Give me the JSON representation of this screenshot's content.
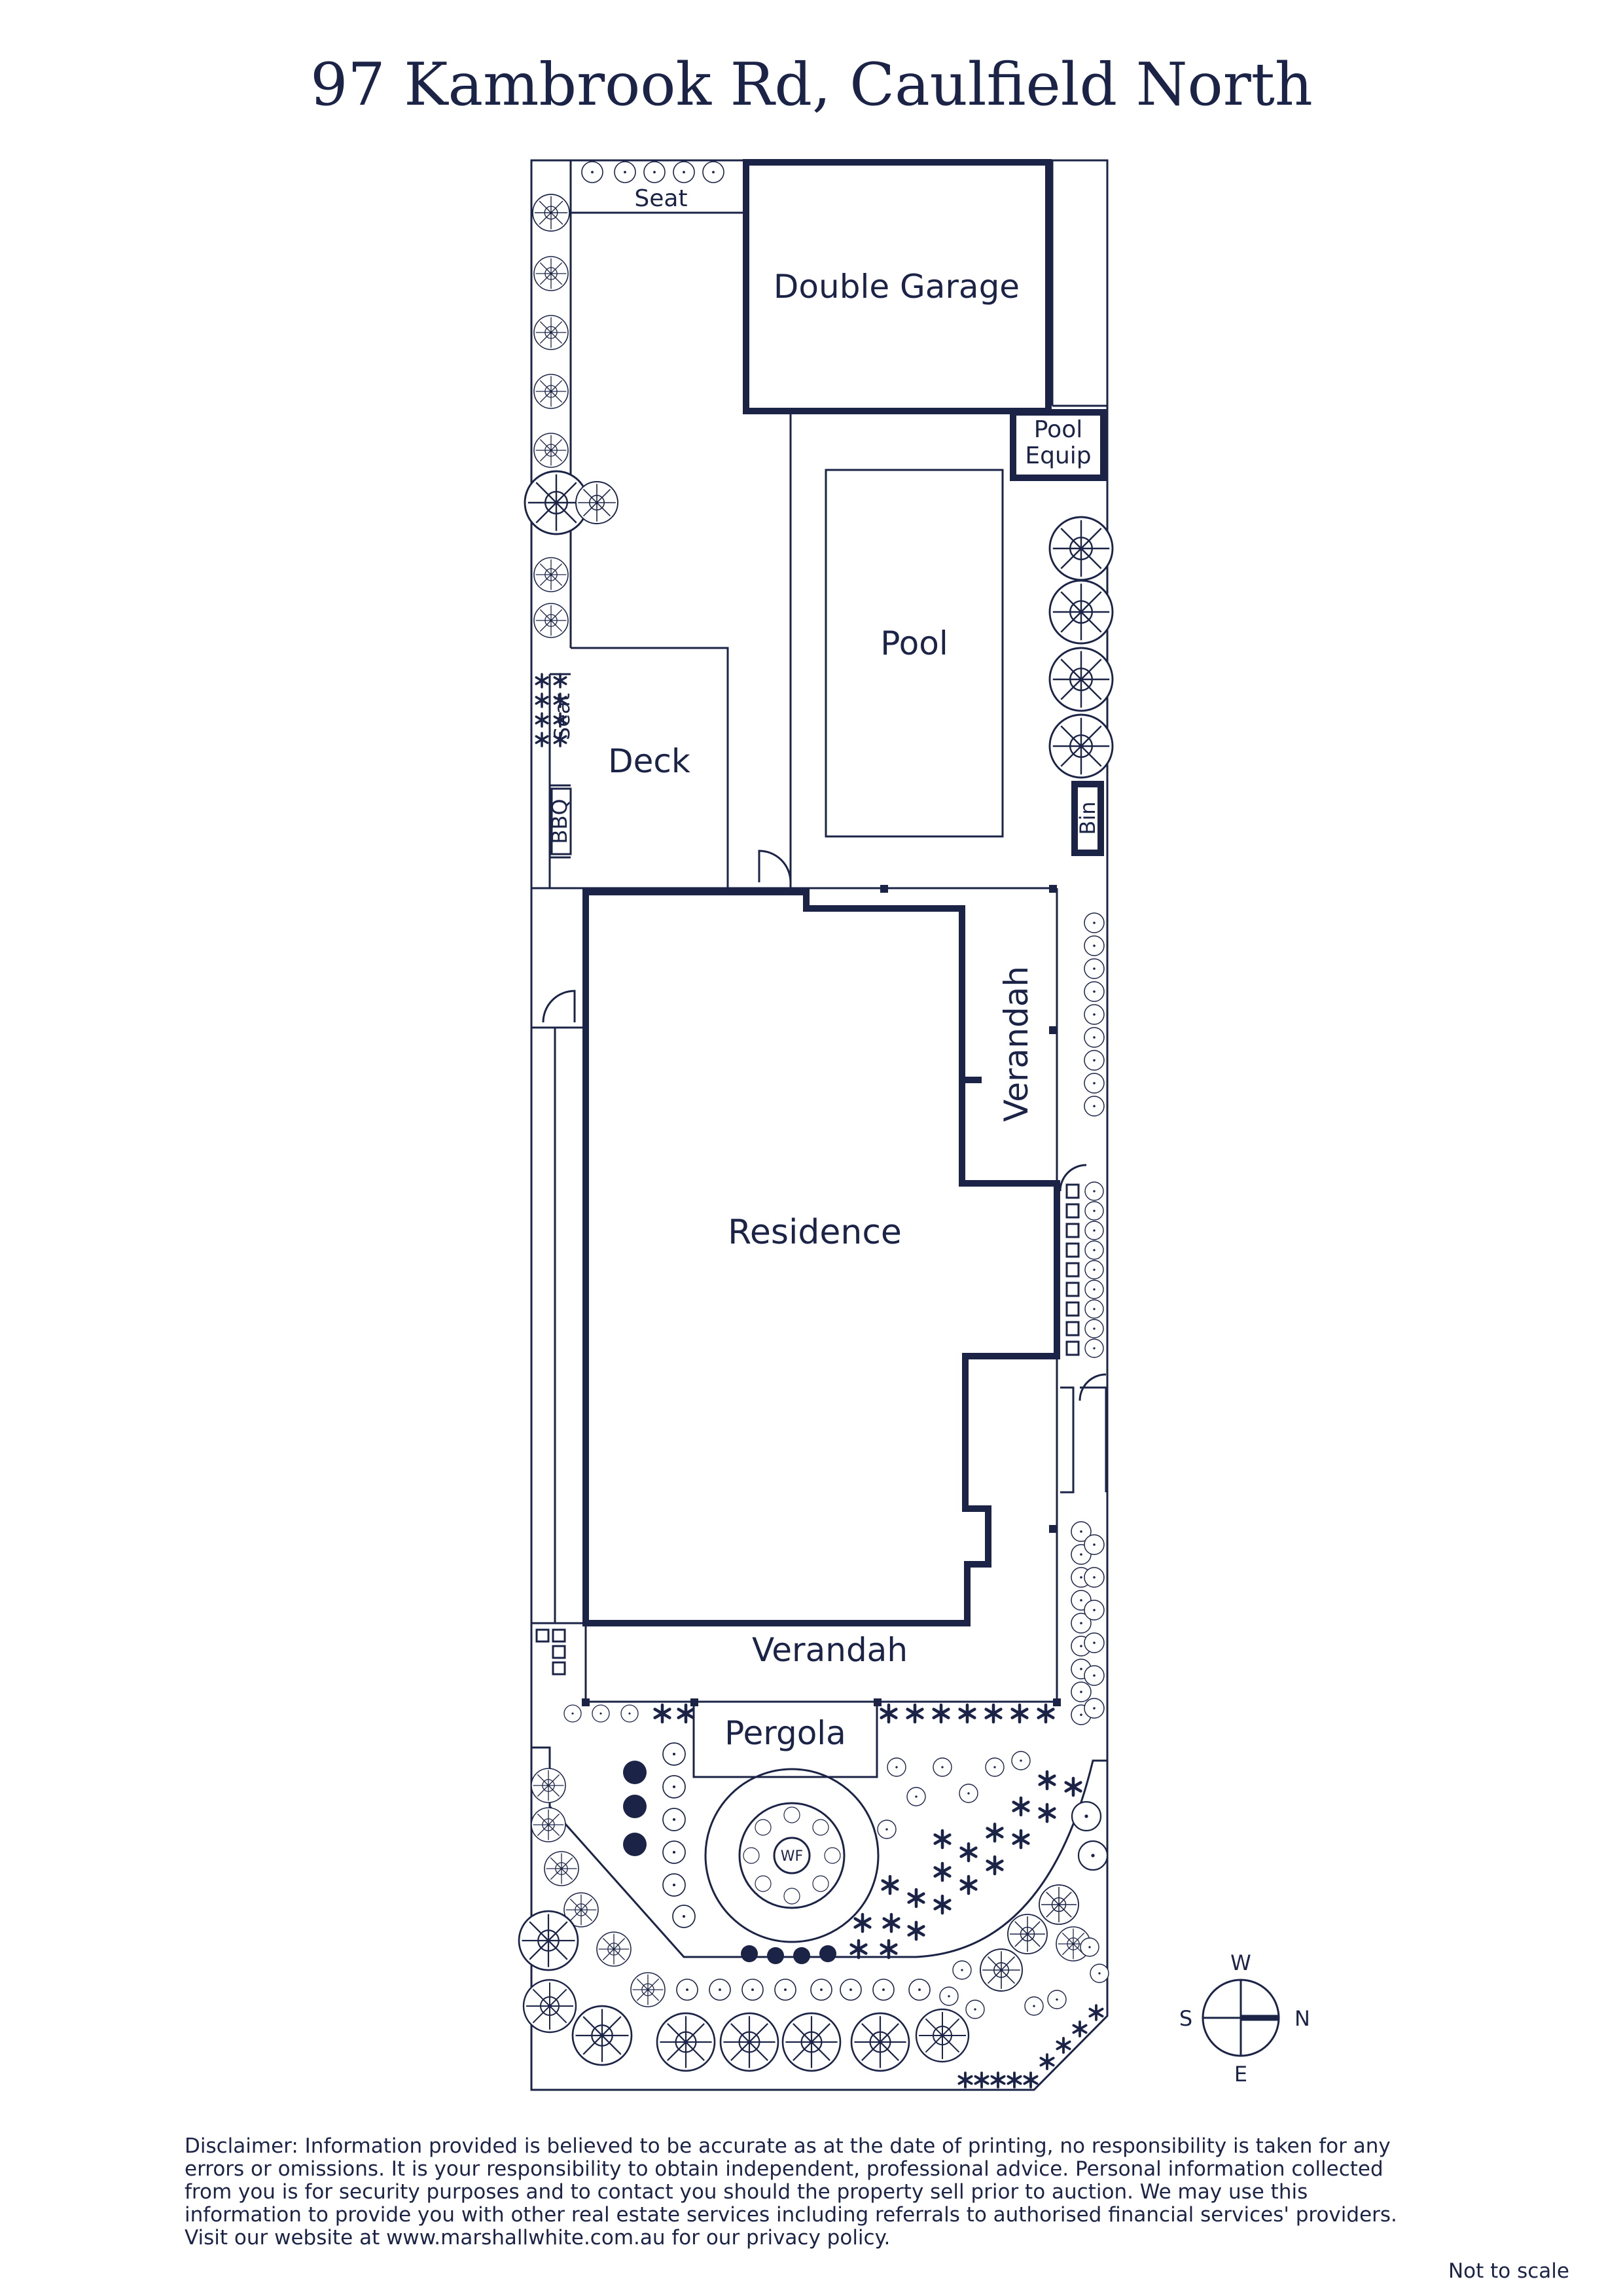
{
  "title": "97 Kambrook Rd, Caulfield North",
  "rooms": {
    "double_garage": "Double Garage",
    "pool_equip_1": "Pool",
    "pool_equip_2": "Equip",
    "pool": "Pool",
    "deck": "Deck",
    "seat_top": "Seat",
    "seat_side": "Seat",
    "bbq": "BBQ",
    "bin": "Bin",
    "verandah_side": "Verandah",
    "residence": "Residence",
    "verandah_front": "Verandah",
    "pergola": "Pergola",
    "water_feature": "WF"
  },
  "compass": {
    "top": "W",
    "right": "N",
    "bottom": "E",
    "left": "S"
  },
  "disclaimer": "Disclaimer: Information provided is believed to be accurate as at the date of printing, no responsibility is taken for any errors or omissions. It is your responsibility to obtain independent, professional advice. Personal information collected from you is for security purposes and to contact you should the property sell prior to auction. We may use this information to provide you with other real estate services including referrals to authorised financial services' providers. Visit our website at www.marshallwhite.com.au for our privacy policy.",
  "scale_note": "Not to scale",
  "colors": {
    "ink": "#1b2447",
    "background": "#ffffff"
  }
}
